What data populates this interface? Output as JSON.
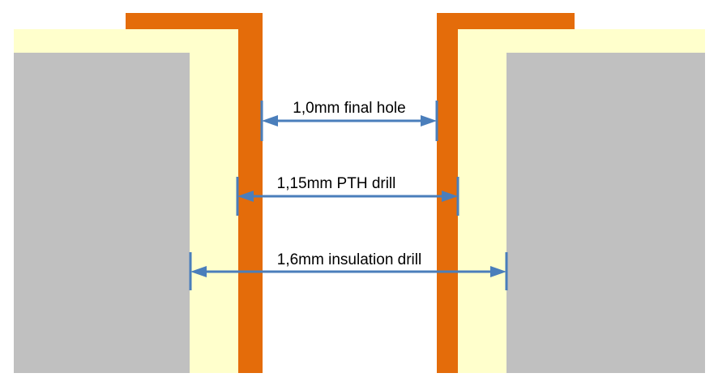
{
  "diagram": {
    "colors": {
      "background": "#ffffff",
      "substrate": "#c0c0c0",
      "insulation": "#ffffcc",
      "copper": "#e46c0a",
      "dimension_line": "#4a7ebb",
      "text": "#000000"
    },
    "dimensions": {
      "final_hole": "1,0mm final hole",
      "pth_drill": "1,15mm PTH drill",
      "insulation_drill": "1,6mm insulation drill"
    }
  }
}
